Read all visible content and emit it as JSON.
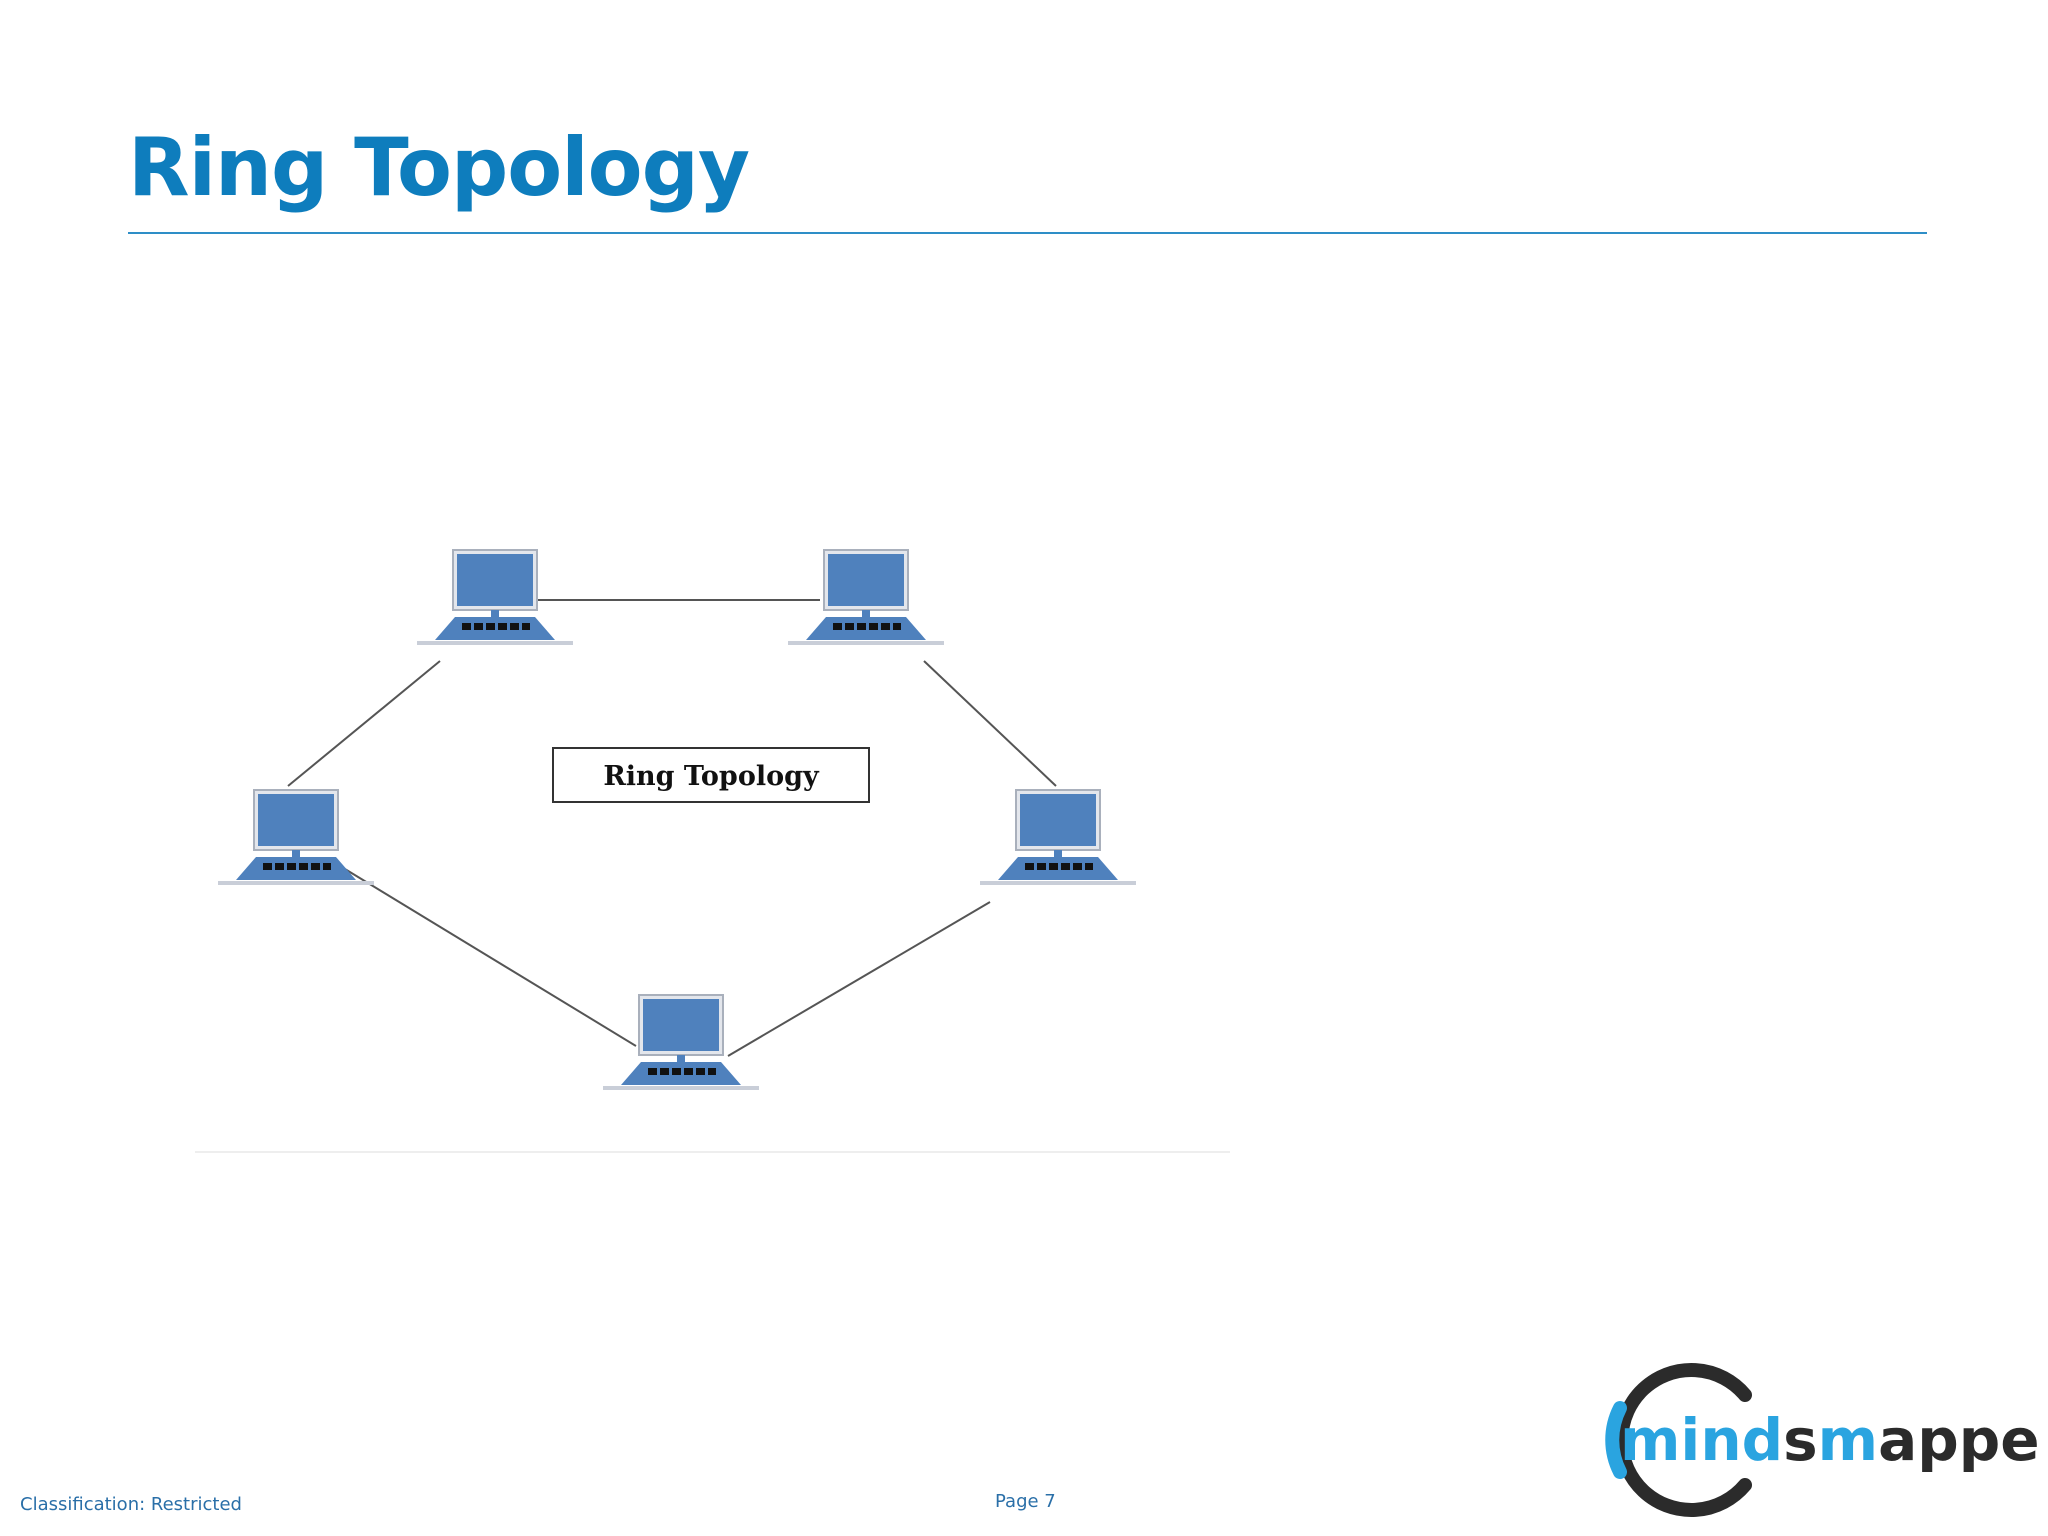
{
  "slide": {
    "title": "Ring Topology"
  },
  "diagram": {
    "label": "Ring Topology",
    "node_icon": "desktop-computer-icon",
    "nodes": [
      {
        "id": "top-left"
      },
      {
        "id": "top-right"
      },
      {
        "id": "mid-left"
      },
      {
        "id": "mid-right"
      },
      {
        "id": "bottom"
      }
    ],
    "links": [
      [
        "top-left",
        "top-right"
      ],
      [
        "top-left",
        "mid-left"
      ],
      [
        "top-right",
        "mid-right"
      ],
      [
        "mid-left",
        "bottom"
      ],
      [
        "mid-right",
        "bottom"
      ]
    ]
  },
  "footer": {
    "classification": "Classification: Restricted",
    "page": "Page 7"
  },
  "logo": {
    "text_part1": "mind",
    "text_part2": "s",
    "text_part3": "m",
    "text_part4": "apped",
    "colors": {
      "ring": "#2b2b2b",
      "accent": "#2aa4e0",
      "text_dark": "#2b2b2b"
    }
  },
  "colors": {
    "title": "#0e7dbd",
    "rule": "#2e8ec7",
    "monitor": "#4f81bd",
    "link": "#555555"
  }
}
